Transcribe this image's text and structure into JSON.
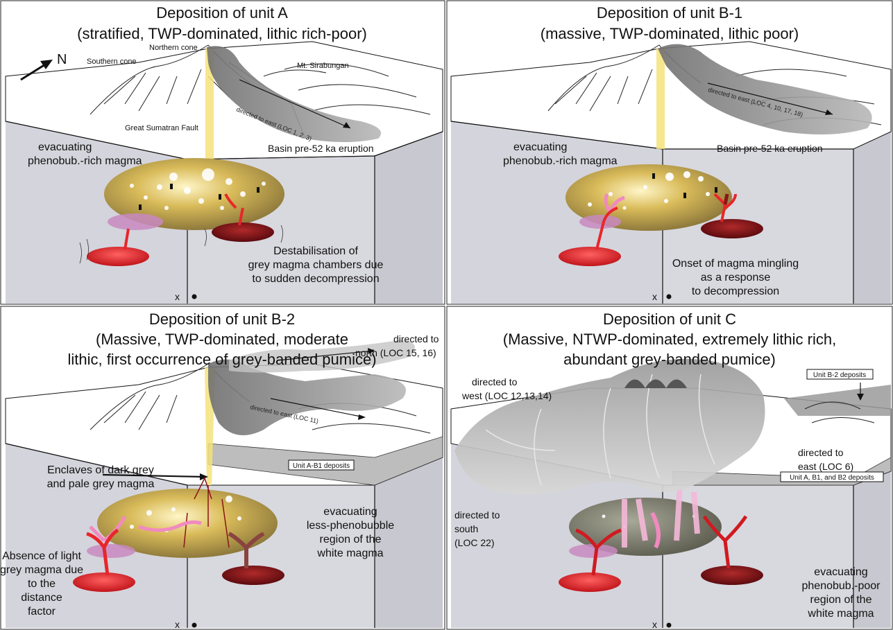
{
  "panels": [
    {
      "title_line1": "Deposition of unit A",
      "title_line2": "(stratified, TWP-dominated, lithic rich-poor)",
      "north": "N",
      "northern_cone": "Northern cone",
      "southern_cone": "Southern cone",
      "mt_sirabungan": "Mt. Sirabungan",
      "fault": "Great Sumatran Fault",
      "plume_direction": "directed to east (LOC 1, 2, 3)",
      "basin": "Basin pre-52 ka eruption",
      "evacuating_line1": "evacuating",
      "evacuating_line2": "phenobub.-rich magma",
      "note_line1": "Destabilisation of",
      "note_line2": "grey magma chambers due",
      "note_line3": "to sudden decompression",
      "x_mark": "x"
    },
    {
      "title_line1": "Deposition of unit B-1",
      "title_line2": "(massive, TWP-dominated, lithic poor)",
      "plume_direction": "directed to east (LOC 4, 10, 17, 18)",
      "basin": "Basin pre-52 ka eruption",
      "evacuating_line1": "evacuating",
      "evacuating_line2": "phenobub.-rich magma",
      "note_line1": "Onset of magma mingling",
      "note_line2": "as a response",
      "note_line3": "to decompression",
      "x_mark": "x"
    },
    {
      "title_line1": "Deposition of unit B-2",
      "title_line2": "(Massive, TWP-dominated, moderate",
      "title_line3": "lithic, first occurrence of grey-banded pumice)",
      "north_line1": "directed to",
      "north_line2": "north (LOC 15, 16)",
      "plume_direction": "directed to east (LOC 11)",
      "deposits": "Unit A-B1 deposits",
      "enclaves_line1": "Enclaves of dark grey",
      "enclaves_line2": "and pale grey magma",
      "evacuating_line1": "evacuating",
      "evacuating_line2": "less-phenobubble",
      "evacuating_line3": "region of the",
      "evacuating_line4": "white magma",
      "absence_line1": "Absence of light",
      "absence_line2": "grey magma due",
      "absence_line3": "to the",
      "absence_line4": "distance",
      "absence_line5": "factor",
      "x_mark": "x"
    },
    {
      "title_line1": "Deposition of unit C",
      "title_line2": "(Massive, NTWP-dominated, extremely lithic rich,",
      "title_line3": "abundant grey-banded pumice)",
      "deposits_b2": "Unit B-2 deposits",
      "west_line1": "directed to",
      "west_line2": "west (LOC 12,13,14)",
      "east_line1": "directed to",
      "east_line2": "east (LOC 6)",
      "deposits_all": "Unit A, B1, and B2 deposits",
      "south_line1": "directed to",
      "south_line2": "south",
      "south_line3": "(LOC 22)",
      "evacuating_line1": "evacuating",
      "evacuating_line2": "phenobub.-poor",
      "evacuating_line3": "region of the",
      "evacuating_line4": "white magma",
      "x_mark": "x"
    }
  ],
  "colors": {
    "crust": "#d4d4dc",
    "chamber": "#c9a94a",
    "red_magma": "#e8262a",
    "dark_red": "#8a1418",
    "pink_magma": "#f08ac0",
    "plume": "#8c8c8c",
    "conduit": "#f5e27a"
  }
}
